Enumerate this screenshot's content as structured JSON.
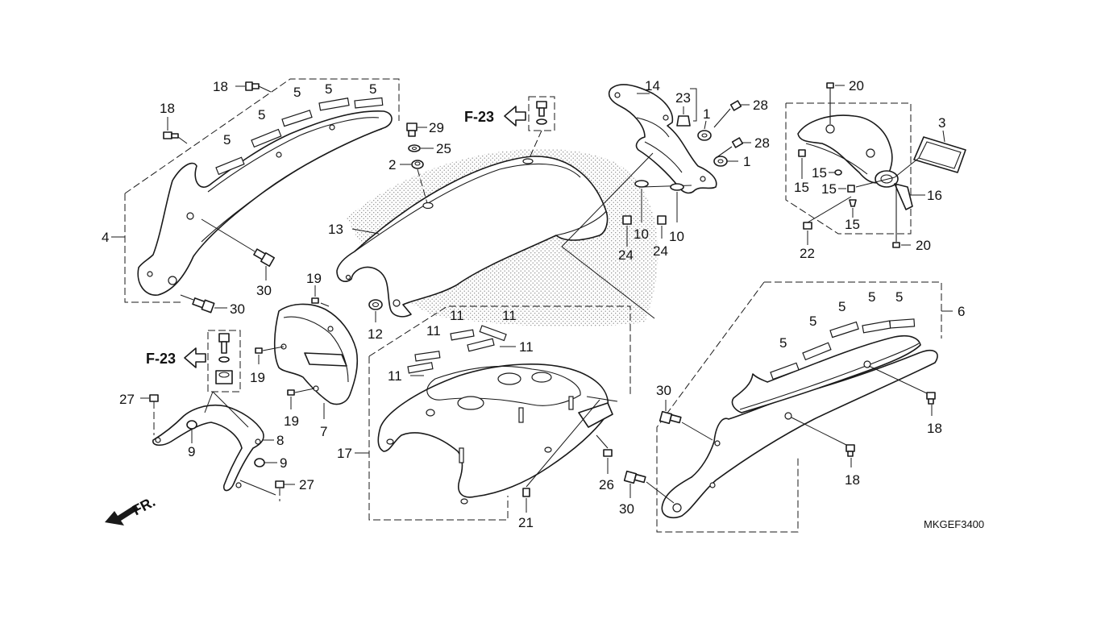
{
  "diagram_code": "MKGEF3400",
  "front_marker": "FR.",
  "page_refs": {
    "upper": "F-23",
    "lower": "F-23"
  },
  "callouts": {
    "n1a": "1",
    "n1b": "1",
    "n2": "2",
    "n3": "3",
    "n4": "4",
    "n5a": "5",
    "n5b": "5",
    "n5c": "5",
    "n5d": "5",
    "n5e": "5",
    "n5f": "5",
    "n5g": "5",
    "n5h": "5",
    "n5i": "5",
    "n5j": "5",
    "n6": "6",
    "n7": "7",
    "n8": "8",
    "n9a": "9",
    "n9b": "9",
    "n10a": "10",
    "n10b": "10",
    "n11a": "11",
    "n11b": "11",
    "n11c": "11",
    "n11d": "11",
    "n11e": "11",
    "n12": "12",
    "n13": "13",
    "n14": "14",
    "n15a": "15",
    "n15b": "15",
    "n15c": "15",
    "n15d": "15",
    "n16": "16",
    "n17": "17",
    "n18a": "18",
    "n18b": "18",
    "n18c": "18",
    "n18d": "18",
    "n19a": "19",
    "n19b": "19",
    "n19c": "19",
    "n20a": "20",
    "n20b": "20",
    "n21": "21",
    "n22": "22",
    "n23": "23",
    "n24a": "24",
    "n24b": "24",
    "n25": "25",
    "n26": "26",
    "n27a": "27",
    "n27b": "27",
    "n28a": "28",
    "n28b": "28",
    "n29": "29",
    "n30a": "30",
    "n30b": "30",
    "n30c": "30",
    "n30d": "30"
  }
}
